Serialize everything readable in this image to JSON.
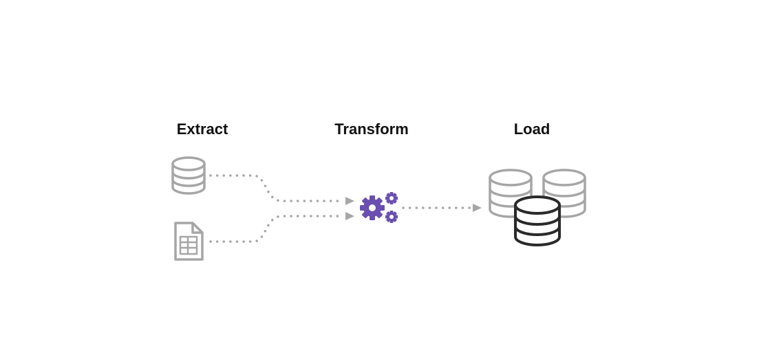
{
  "stages": {
    "extract": {
      "label": "Extract"
    },
    "transform": {
      "label": "Transform"
    },
    "load": {
      "label": "Load"
    }
  },
  "colors": {
    "gray": "#a6a6a6",
    "purple": "#6b4fb0",
    "dark": "#2a2a2a",
    "text": "#111111"
  },
  "icons": {
    "source_database": "database-icon",
    "source_file": "spreadsheet-file-icon",
    "transform": "gears-icon",
    "target_primary": "database-icon",
    "target_secondary": "database-icon"
  }
}
